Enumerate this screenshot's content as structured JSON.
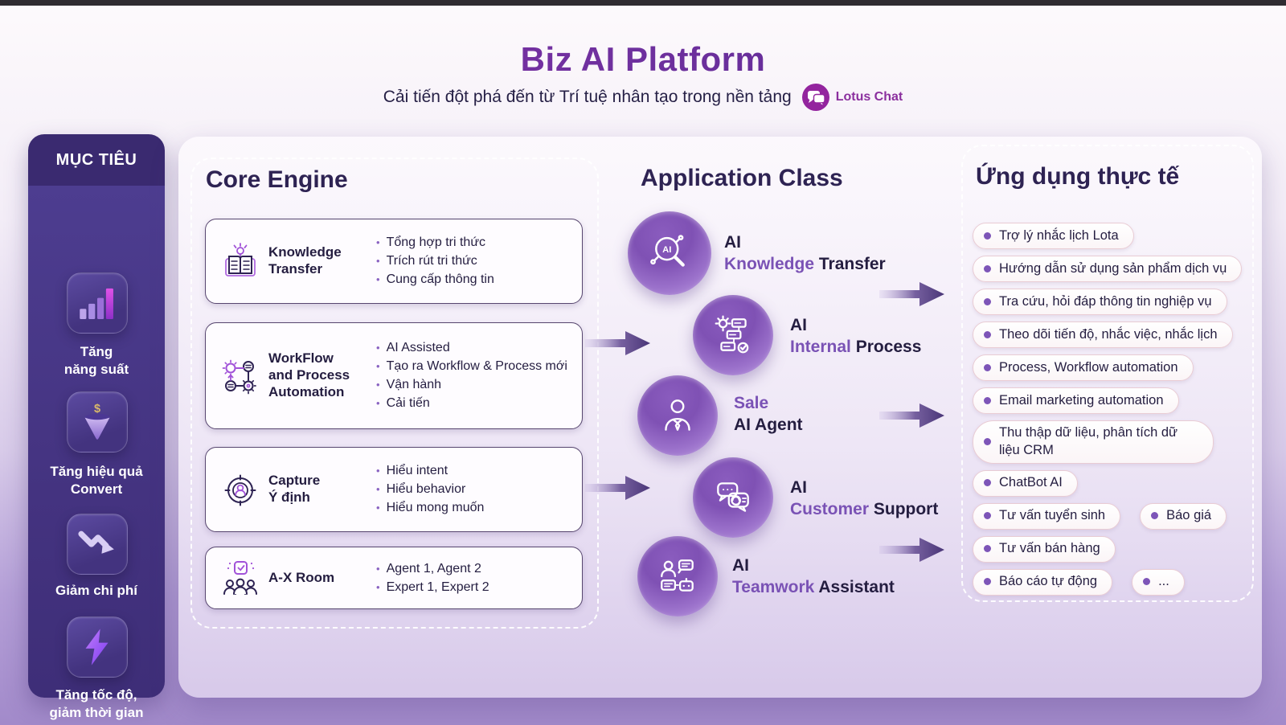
{
  "header": {
    "title": "Biz AI Platform",
    "subtitle": "Cải tiến đột phá đến từ Trí tuệ nhân tạo trong nền tảng",
    "logo_text": "Lotus Chat"
  },
  "sidebar": {
    "title": "MỤC TIÊU",
    "items": [
      {
        "icon": "bar-chart-3d-icon",
        "label": "Tăng\nnăng suất"
      },
      {
        "icon": "funnel-dollar-icon",
        "label": "Tăng hiệu quả\nConvert"
      },
      {
        "icon": "downtrend-arrow-icon",
        "label": "Giảm chi phí"
      },
      {
        "icon": "lightning-bolt-icon",
        "label": "Tăng tốc độ,\ngiảm thời gian"
      }
    ]
  },
  "core_engine": {
    "title": "Core Engine",
    "cards": [
      {
        "icon": "book-lightbulb-icon",
        "title": "Knowledge\nTransfer",
        "bullets": [
          "Tổng hợp tri thức",
          "Trích rút tri thức",
          "Cung cấp thông tin"
        ]
      },
      {
        "icon": "workflow-gears-icon",
        "title": "WorkFlow\nand Process\nAutomation",
        "bullets": [
          "AI Assisted",
          "Tạo ra Workflow & Process mới",
          "Vận hành",
          "Cải tiến"
        ]
      },
      {
        "icon": "target-person-icon",
        "title": "Capture\nÝ định",
        "bullets": [
          "Hiểu intent",
          "Hiểu behavior",
          "Hiểu mong muốn"
        ]
      },
      {
        "icon": "team-puzzle-icon",
        "title": "A-X Room",
        "bullets": [
          "Agent 1, Agent 2",
          "Expert 1, Expert 2"
        ]
      }
    ]
  },
  "application_class": {
    "title": "Application Class",
    "items": [
      {
        "icon": "ai-magnifier-icon",
        "l1a": "",
        "l1b": "AI",
        "l2a": "Knowledge",
        "l2b": " Transfer"
      },
      {
        "icon": "process-flow-icon",
        "l1a": "",
        "l1b": "AI",
        "l2a": "Internal",
        "l2b": " Process"
      },
      {
        "icon": "sales-person-icon",
        "l1a": "Sale",
        "l1b": "",
        "l2a": "",
        "l2b": "AI Agent"
      },
      {
        "icon": "chat-headset-icon",
        "l1a": "",
        "l1b": "AI",
        "l2a": "Customer",
        "l2b": " Support"
      },
      {
        "icon": "teamwork-robot-icon",
        "l1a": "",
        "l1b": "AI",
        "l2a": "Teamwork",
        "l2b": " Assistant"
      }
    ]
  },
  "applications": {
    "title": "Ứng dụng thực tế",
    "pills": [
      [
        "Trợ lý nhắc lịch Lota"
      ],
      [
        "Hướng dẫn sử dụng sản phẩm dịch vụ"
      ],
      [
        "Tra cứu, hỏi đáp thông tin nghiệp vụ"
      ],
      [
        "Theo dõi tiến độ, nhắc việc, nhắc lịch"
      ],
      [
        "Process, Workflow automation"
      ],
      [
        "Email marketing automation"
      ],
      [
        "Thu thập dữ liệu, phân tích dữ liệu CRM"
      ],
      [
        "ChatBot AI"
      ],
      [
        "Tư vấn tuyển sinh",
        "Báo giá"
      ],
      [
        "Tư vấn bán hàng"
      ],
      [
        "Báo cáo tự động",
        "..."
      ]
    ]
  },
  "icons": {
    "magnifier_label": "AI",
    "funnel_symbol": "$"
  },
  "colors": {
    "title_gradient_start": "#8a35ad",
    "title_gradient_end": "#4f2a8e",
    "accent_purple": "#7a52b5",
    "dark_navy": "#241d40",
    "sidebar_bg": "#443380",
    "logo_magenta": "#93249e"
  }
}
